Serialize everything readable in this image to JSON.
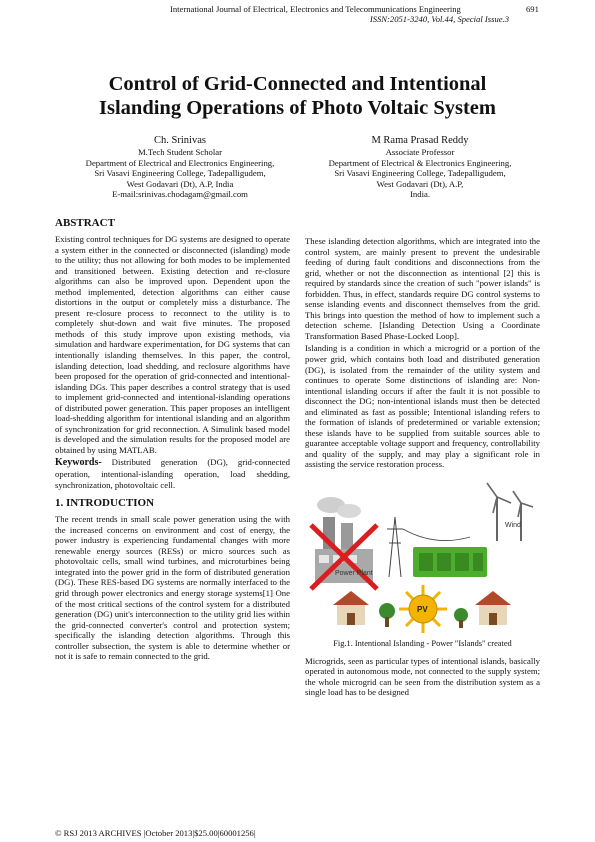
{
  "header": {
    "journal": "International Journal of Electrical, Electronics and Telecommunications Engineering",
    "page_number": "691",
    "issn": "ISSN:2051-3240, Vol.44, Special Issue.3"
  },
  "title_line1": "Control of Grid-Connected and Intentional",
  "title_line2": "Islanding Operations of Photo Voltaic System",
  "authors": [
    {
      "name": "Ch. Srinivas",
      "role": "M.Tech Student Scholar",
      "dept": "Department of Electrical and Electronics Engineering,",
      "college": "Sri Vasavi Engineering College, Tadepalligudem,",
      "place": "West Godavari (Dt), A.P, India",
      "email": "E-mail:srinivas.chodagam@gmail.com"
    },
    {
      "name": "M Rama Prasad Reddy",
      "role": "Associate Professor",
      "dept": "Department of Electrical & Electronics Engineering,",
      "college": "Sri Vasavi Engineering College, Tadepalligudem,",
      "place": "West Godavari (Dt), A.P,",
      "email": "India."
    }
  ],
  "abstract_heading": "ABSTRACT",
  "abstract_text": "Existing control techniques for DG systems are designed to operate a system either in the connected or disconnected (islanding) mode to the utility; thus not allowing for both modes to be implemented and transitioned between. Existing detection and re-closure algorithms can also be improved upon. Dependent upon the method implemented, detection algorithms can either cause distortions in the output or completely miss a disturbance. The present re-closure process to reconnect to the utility is to completely shut-down and wait five minutes. The proposed methods of this study improve upon existing methods, via simulation and hardware experimentation, for DG systems that can intentionally islanding themselves. In this paper, the control, islanding detection, load shedding, and reclosure algorithms have been proposed for the operation of grid-connected and intentional-islanding DGs. This paper describes a control strategy that is used to implement grid-connected and intentional-islanding operations of distributed power generation. This paper proposes an intelligent load-shedding algorithm for intentional islanding and an algorithm of synchronization for grid reconnection. A Simulink based model is developed and the simulation results for the proposed model are obtained by using MATLAB.",
  "keywords_label": "Keywords-",
  "keywords_text": " Distributed generation (DG), grid-connected operation, intentional-islanding operation, load shedding, synchronization, photovoltaic cell.",
  "intro_heading": "1. INTRODUCTION",
  "intro_text": "The recent trends in small scale power generation using the with the increased concerns on environment and cost of energy, the power industry is experiencing fundamental changes with more renewable energy sources (RESs) or micro sources such as photovoltaic cells, small wind turbines, and microturbines being integrated into the power grid in the form of distributed generation (DG). These RES-based DG systems are normally interfaced to the grid through power electronics and energy storage systems[1] One of the most critical sections of the control system for a distributed generation (DG) unit's interconnection to the utility grid lies within the grid-connected converter's control and protection system; specifically the islanding detection algorithms. Through this controller subsection, the system is able to determine whether or not it is safe to remain connected to the grid.",
  "col2_para1": "These islanding detection algorithms, which are integrated into the control system, are mainly present to prevent the undesirable feeding of during fault conditions and disconnections from the grid, whether or not the disconnection as intentional [2] this is required by standards since the creation of such \"power islands\" is forbidden. Thus, in effect, standards require DG control systems to sense islanding events and disconnect themselves from the grid. This brings into question the method of how to implement such a detection scheme. [Islanding Detection Using a Coordinate Transformation Based Phase-Locked Loop].",
  "col2_para2": "Islanding is a condition in which a microgrid or a portion of the power grid, which contains both load and distributed generation (DG), is isolated from the remainder of the utility system and continues to operate Some distinctions of islanding are: Non-intentional islanding occurs if after the fault it is not possible to disconnect the DG; non-intentional islands must then be detected and eliminated as fast as possible; Intentional islanding refers to the formation of islands of predetermined or variable extension; these islands have to be supplied from suitable sources able to guarantee acceptable voltage support and frequency, controllability and quality of the supply, and may play a significant role in assisting the service restoration process.",
  "figure": {
    "label_power_plant": "Power Plant",
    "label_wind": "Wind",
    "label_pv": "PV",
    "caption": "Fig.1. Intentional Islanding - Power \"Islands\" created",
    "colors": {
      "sun": "#f2b400",
      "grid_green": "#4cae2c",
      "red_x": "#d81e1e",
      "tree": "#3c8a2e"
    }
  },
  "col2_para3": "Microgrids, seen as particular types of intentional islands, basically operated in autonomous mode, not connected to the supply system; the whole microgrid can be seen from the distribution system as a single load has to be designed",
  "footer": "© RSJ 2013 ARCHIVES |October 2013|$25.00|60001256|"
}
